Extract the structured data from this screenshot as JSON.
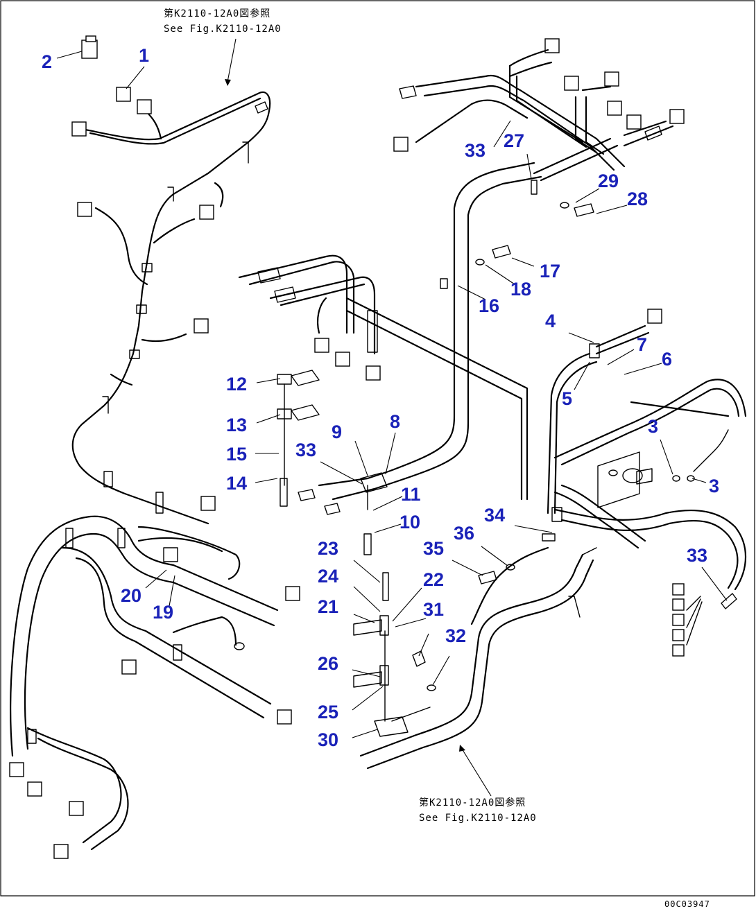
{
  "references": {
    "top": {
      "line1": "第K2110-12A0図参照",
      "line2": "See Fig.K2110-12A0"
    },
    "bottom": {
      "line1": "第K2110-12A0図参照",
      "line2": "See Fig.K2110-12A0"
    }
  },
  "drawing_code": "00C03947",
  "part_numbers": [
    "1",
    "2",
    "3",
    "3",
    "4",
    "5",
    "6",
    "7",
    "8",
    "9",
    "10",
    "11",
    "12",
    "13",
    "14",
    "15",
    "16",
    "17",
    "18",
    "19",
    "20",
    "21",
    "22",
    "23",
    "24",
    "25",
    "26",
    "27",
    "28",
    "29",
    "30",
    "31",
    "32",
    "33",
    "33",
    "33",
    "33",
    "34",
    "35",
    "36"
  ],
  "colors": {
    "label": "#1a22b8",
    "line": "#000000",
    "background": "#ffffff"
  }
}
